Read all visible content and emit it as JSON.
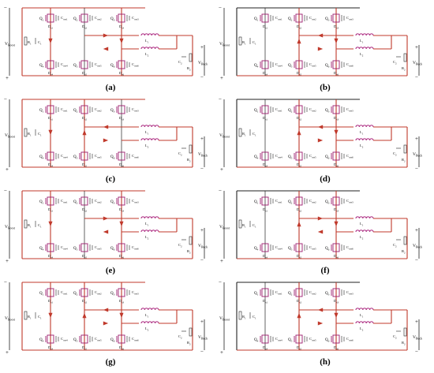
{
  "figure": {
    "panels": [
      {
        "caption": "(a)",
        "mode": "a"
      },
      {
        "caption": "(b)",
        "mode": "b"
      },
      {
        "caption": "(c)",
        "mode": "c"
      },
      {
        "caption": "(d)",
        "mode": "d"
      },
      {
        "caption": "(e)",
        "mode": "e"
      },
      {
        "caption": "(f)",
        "mode": "f"
      },
      {
        "caption": "(g)",
        "mode": "g"
      },
      {
        "caption": "(h)",
        "mode": "h"
      }
    ],
    "labels": {
      "v_boost": "V",
      "v_boost_sub": "Boost",
      "v_buck": "V",
      "v_buck_sub": "Buck",
      "r1": "R",
      "r1_sub": "1",
      "c1": "C",
      "c1_sub": "1",
      "r2": "R",
      "r2_sub": "2",
      "c2": "C",
      "c2_sub": "2",
      "l1": "L",
      "l1_sub": "1",
      "l2": "L",
      "l2_sub": "2",
      "plus": "+",
      "minus": "−",
      "top_switches": [
        {
          "q": "Q",
          "q_sub": "1",
          "d": "D",
          "d_sub": "s1",
          "c": "C",
          "c_sub": "oss1"
        },
        {
          "q": "Q",
          "q_sub": "2",
          "d": "D",
          "d_sub": "s2",
          "c": "C",
          "c_sub": "oss2"
        },
        {
          "q": "Q",
          "q_sub": "3",
          "d": "D",
          "d_sub": "s3",
          "c": "C",
          "c_sub": "oss3"
        }
      ],
      "bottom_switches": [
        {
          "q": "Q",
          "q_sub": "4",
          "d": "D",
          "d_sub": "s4",
          "c": "C",
          "c_sub": "oss4"
        },
        {
          "q": "Q",
          "q_sub": "5",
          "d": "D",
          "d_sub": "s5",
          "c": "C",
          "c_sub": "oss5"
        },
        {
          "q": "Q",
          "q_sub": "6",
          "d": "D",
          "d_sub": "s6",
          "c": "C",
          "c_sub": "oss6"
        }
      ]
    },
    "colors": {
      "wire": "#222222",
      "current_path": "#c0392b",
      "switch": "#9b1b6d",
      "inductor": "#b23a8a",
      "text": "#000000"
    }
  }
}
